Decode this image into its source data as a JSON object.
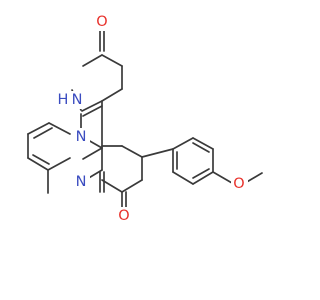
{
  "structure": {
    "atom_labels": {
      "carbonyl_oxygen_top": "O",
      "amide_nh": "H",
      "amide_n": "N",
      "pyridinium_n": "N",
      "imine_n": "N",
      "carbonyl_oxygen_bottom": "O",
      "methoxy_oxygen": "O"
    },
    "colors": {
      "bond": "#3a3a3a",
      "oxygen": "#e8302a",
      "nitrogen": "#3b4cc0"
    }
  }
}
